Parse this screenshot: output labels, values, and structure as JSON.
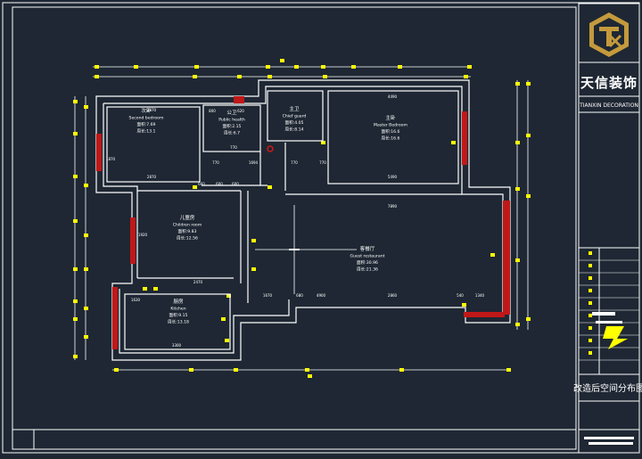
{
  "colors": {
    "background": "#1e2733",
    "wall": "#ffffff",
    "frame": "#ffffff",
    "dimension_marker": "#ffff00",
    "accent_wall": "#d01818",
    "room_text": "#ffffff",
    "logo_gold": "#c49a3c"
  },
  "company": {
    "logo_icon": "tx-hexagon-logo-icon",
    "name_cn": "天信装饰",
    "name_en": "TIANXIN DECORATION"
  },
  "drawing_title": "改造后空间分布图",
  "rooms": {
    "second_bedroom": {
      "name_cn": "次卧",
      "name_en": "Second bedroom",
      "area": "面积:7.69",
      "perimeter": "周长:13.1"
    },
    "public_health": {
      "name_cn": "公卫",
      "name_en": "Public health",
      "area": "面积:2.15",
      "perimeter": "周长:6.7"
    },
    "chief_guard": {
      "name_cn": "主卫",
      "name_en": "Chief guard",
      "area": "面积:4.05",
      "perimeter": "周长:8.14"
    },
    "master_bedroom": {
      "name_cn": "主卧",
      "name_en": "Master Bedroom",
      "area": "面积:16.6",
      "perimeter": "周长:16.6"
    },
    "children_room": {
      "name_cn": "儿童房",
      "name_en": "Children room",
      "area": "面积:9.83",
      "perimeter": "周长:12.56"
    },
    "guest_restaurant": {
      "name_cn": "客餐厅",
      "name_en": "Guest restaurant",
      "area": "面积:30.96",
      "perimeter": "周长:21.36"
    },
    "kitchen": {
      "name_cn": "厨房",
      "name_en": "Kitchen",
      "area": "面积:9.15",
      "perimeter": "周长:13.18"
    }
  },
  "dimensions": {
    "second_bedroom_top": "2870",
    "second_bedroom_bottom": "2870",
    "second_bedroom_side": "1870",
    "public_health_top_a": "800",
    "public_health_top_b": "620",
    "public_health_bottom": "770",
    "chief_guard_bottom_a": "770",
    "chief_guard_bottom_b": "770",
    "master_top": "4490",
    "master_bottom": "5490",
    "hall_top": "7890",
    "children_left": "1920",
    "kitchen_top_a": "1630",
    "kitchen_top_b": "2470",
    "kitchen_bottom": "3300",
    "mid_a": "1670",
    "mid_b": "680",
    "mid_c": "4900",
    "mid_d": "2860",
    "mid_e": "540",
    "mid_f": "1340",
    "top_a": "1694",
    "top_b": "600",
    "top_c": "770",
    "left_a": "660",
    "left_b": "600"
  },
  "title_block_rows": [
    "",
    "",
    "",
    "",
    "",
    "",
    "",
    "",
    ""
  ],
  "bottom_bar_text": ""
}
